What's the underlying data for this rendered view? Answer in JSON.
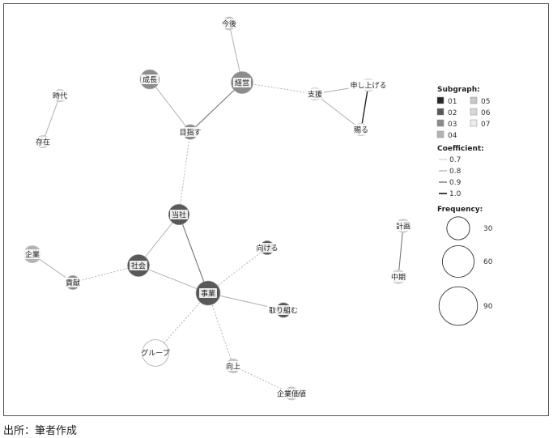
{
  "source_note": "出所：筆者作成",
  "subgraph_colors": {
    "01": "#262626",
    "02": "#595959",
    "03": "#8c8c8c",
    "04": "#b3b3b3",
    "05": "#c8c8c8",
    "06": "#d9d9d9",
    "07": "#ececec"
  },
  "nodes": [
    {
      "label": "今後",
      "subgraph": "05",
      "frequency": 8
    },
    {
      "label": "成長",
      "subgraph": "03",
      "frequency": 25
    },
    {
      "label": "経営",
      "subgraph": "03",
      "frequency": 35
    },
    {
      "label": "支援",
      "subgraph": "07",
      "frequency": 7
    },
    {
      "label": "申し上げる",
      "subgraph": "07",
      "frequency": 7
    },
    {
      "label": "賜る",
      "subgraph": "07",
      "frequency": 7
    },
    {
      "label": "時代",
      "subgraph": "06",
      "frequency": 7
    },
    {
      "label": "存在",
      "subgraph": "06",
      "frequency": 7
    },
    {
      "label": "目指す",
      "subgraph": "03",
      "frequency": 12
    },
    {
      "label": "当社",
      "subgraph": "02",
      "frequency": 30
    },
    {
      "label": "企業",
      "subgraph": "04",
      "frequency": 18
    },
    {
      "label": "貢献",
      "subgraph": "03",
      "frequency": 10
    },
    {
      "label": "社会",
      "subgraph": "02",
      "frequency": 35
    },
    {
      "label": "事業",
      "subgraph": "02",
      "frequency": 45
    },
    {
      "label": "向ける",
      "subgraph": "02",
      "frequency": 10
    },
    {
      "label": "取り組む",
      "subgraph": "02",
      "frequency": 12
    },
    {
      "label": "グループ",
      "subgraph": "none",
      "frequency": 55
    },
    {
      "label": "向上",
      "subgraph": "05",
      "frequency": 10
    },
    {
      "label": "企業価値",
      "subgraph": "05",
      "frequency": 8
    },
    {
      "label": "計画",
      "subgraph": "06",
      "frequency": 9
    },
    {
      "label": "中期",
      "subgraph": "06",
      "frequency": 9
    }
  ],
  "edges": [
    {
      "from": "今後",
      "to": "経営",
      "coefficient": 0.8,
      "dashed": false
    },
    {
      "from": "成長",
      "to": "目指す",
      "coefficient": 0.8,
      "dashed": false
    },
    {
      "from": "経営",
      "to": "目指す",
      "coefficient": 0.9,
      "dashed": false
    },
    {
      "from": "経営",
      "to": "支援",
      "coefficient": 0.8,
      "dashed": true
    },
    {
      "from": "支援",
      "to": "申し上げる",
      "coefficient": 0.8,
      "dashed": false
    },
    {
      "from": "支援",
      "to": "賜る",
      "coefficient": 0.8,
      "dashed": false
    },
    {
      "from": "申し上げる",
      "to": "賜る",
      "coefficient": 1.0,
      "dashed": false
    },
    {
      "from": "時代",
      "to": "存在",
      "coefficient": 0.8,
      "dashed": false
    },
    {
      "from": "目指す",
      "to": "当社",
      "coefficient": 0.8,
      "dashed": true
    },
    {
      "from": "当社",
      "to": "社会",
      "coefficient": 0.8,
      "dashed": false
    },
    {
      "from": "当社",
      "to": "事業",
      "coefficient": 0.9,
      "dashed": false
    },
    {
      "from": "企業",
      "to": "貢献",
      "coefficient": 0.8,
      "dashed": false
    },
    {
      "from": "貢献",
      "to": "社会",
      "coefficient": 0.8,
      "dashed": true
    },
    {
      "from": "社会",
      "to": "事業",
      "coefficient": 0.8,
      "dashed": false
    },
    {
      "from": "事業",
      "to": "向ける",
      "coefficient": 0.8,
      "dashed": true
    },
    {
      "from": "事業",
      "to": "取り組む",
      "coefficient": 0.8,
      "dashed": false
    },
    {
      "from": "事業",
      "to": "グループ",
      "coefficient": 0.8,
      "dashed": true
    },
    {
      "from": "事業",
      "to": "向上",
      "coefficient": 0.8,
      "dashed": true
    },
    {
      "from": "向上",
      "to": "企業価値",
      "coefficient": 0.8,
      "dashed": true
    },
    {
      "from": "計画",
      "to": "中期",
      "coefficient": 0.9,
      "dashed": false
    }
  ],
  "legend": {
    "subgraph_title": "Subgraph:",
    "subgraph_items": [
      {
        "code": "01",
        "label": "01"
      },
      {
        "code": "05",
        "label": "05"
      },
      {
        "code": "02",
        "label": "02"
      },
      {
        "code": "06",
        "label": "06"
      },
      {
        "code": "03",
        "label": "03"
      },
      {
        "code": "07",
        "label": "07"
      },
      {
        "code": "04",
        "label": "04"
      }
    ],
    "coefficient_title": "Coefficient:",
    "coefficient_items": [
      {
        "value": 0.7,
        "label": "0.7"
      },
      {
        "value": 0.8,
        "label": "0.8"
      },
      {
        "value": 0.9,
        "label": "0.9"
      },
      {
        "value": 1.0,
        "label": "1.0"
      }
    ],
    "frequency_title": "Frequency:",
    "frequency_items": [
      {
        "value": 30,
        "label": "30"
      },
      {
        "value": 60,
        "label": "60"
      },
      {
        "value": 90,
        "label": "90"
      }
    ]
  }
}
